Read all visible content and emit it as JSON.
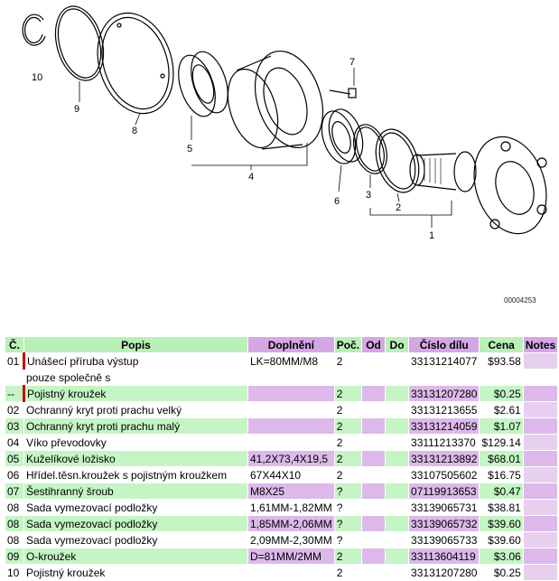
{
  "diagram": {
    "labels": [
      "10",
      "9",
      "8",
      "5",
      "4",
      "7",
      "6",
      "3",
      "2",
      "1"
    ],
    "code": "00004253"
  },
  "table": {
    "headers": [
      "Č.",
      "Popis",
      "Doplnění",
      "Poč.",
      "Od",
      "Do",
      "Číslo dílu",
      "Cena",
      "Notes"
    ],
    "rows": [
      {
        "no": "01",
        "desc": "Unášecí příruba výstup",
        "desc2": "pouze společně s",
        "extra": "LK=80MM/M8",
        "qty": "2",
        "od": "",
        "do": "",
        "part": "33131214077",
        "price": "$93.58",
        "notes": ""
      },
      {
        "no": "--",
        "desc": "Pojistný kroužek",
        "extra": "",
        "qty": "2",
        "od": "",
        "do": "",
        "part": "33131207280",
        "price": "$0.25",
        "notes": ""
      },
      {
        "no": "02",
        "desc": "Ochranný kryt proti prachu velký",
        "extra": "",
        "qty": "2",
        "od": "",
        "do": "",
        "part": "33131213655",
        "price": "$2.61",
        "notes": ""
      },
      {
        "no": "03",
        "desc": "Ochranný kryt proti prachu malý",
        "extra": "",
        "qty": "2",
        "od": "",
        "do": "",
        "part": "33131214059",
        "price": "$1.07",
        "notes": ""
      },
      {
        "no": "04",
        "desc": "Víko převodovky",
        "extra": "",
        "qty": "2",
        "od": "",
        "do": "",
        "part": "33111213370",
        "price": "$129.14",
        "notes": ""
      },
      {
        "no": "05",
        "desc": "Kuželíkové ložisko",
        "extra": "41,2X73,4X19,5",
        "qty": "2",
        "od": "",
        "do": "",
        "part": "33131213892",
        "price": "$68.01",
        "notes": ""
      },
      {
        "no": "06",
        "desc": "Hřídel.těsn.kroužek s pojistným kroužkem",
        "extra": "67X44X10",
        "qty": "2",
        "od": "",
        "do": "",
        "part": "33107505602",
        "price": "$16.75",
        "notes": ""
      },
      {
        "no": "07",
        "desc": "Šestihranný šroub",
        "extra": "M8X25",
        "qty": "?",
        "od": "",
        "do": "",
        "part": "07119913653",
        "price": "$0.47",
        "notes": ""
      },
      {
        "no": "08",
        "desc": "Sada vymezovací podložky",
        "extra": "1,61MM-1,82MM",
        "qty": "?",
        "od": "",
        "do": "",
        "part": "33139065731",
        "price": "$38.81",
        "notes": ""
      },
      {
        "no": "08",
        "desc": "Sada vymezovací podložky",
        "extra": "1,85MM-2,06MM",
        "qty": "?",
        "od": "",
        "do": "",
        "part": "33139065732",
        "price": "$39.60",
        "notes": ""
      },
      {
        "no": "08",
        "desc": "Sada vymezovací podložky",
        "extra": "2,09MM-2,30MM",
        "qty": "?",
        "od": "",
        "do": "",
        "part": "33139065733",
        "price": "$39.60",
        "notes": ""
      },
      {
        "no": "09",
        "desc": "O-kroužek",
        "extra": "D=81MM/2MM",
        "qty": "2",
        "od": "",
        "do": "",
        "part": "33113604119",
        "price": "$3.06",
        "notes": ""
      },
      {
        "no": "10",
        "desc": "Pojistný kroužek",
        "extra": "",
        "qty": "2",
        "od": "",
        "do": "",
        "part": "33131207280",
        "price": "$0.25",
        "notes": ""
      }
    ]
  }
}
